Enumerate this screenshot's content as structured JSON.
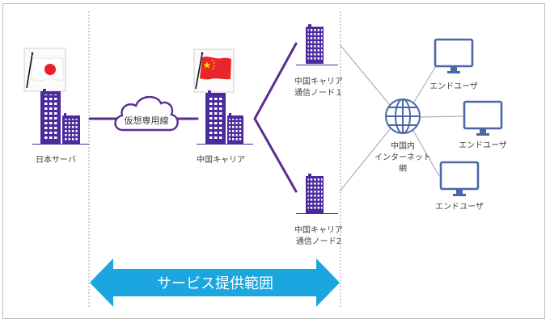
{
  "diagram": {
    "title": "",
    "nodes": {
      "japan_server": {
        "label": "日本サーバ",
        "flag": "japan-flag"
      },
      "virtual_line": {
        "label": "仮想専用線"
      },
      "china_carrier": {
        "label": "中国キャリア",
        "flag": "china-flag"
      },
      "node1": {
        "line1": "中国キャリア",
        "line2": "通信ノード１"
      },
      "node2": {
        "line1": "中国キャリア",
        "line2": "通信ノード2"
      },
      "internet": {
        "line1": "中国内",
        "line2": "インターネット",
        "line3": "網"
      },
      "end_users": [
        {
          "label": "エンドユーザ"
        },
        {
          "label": "エンドユーザ"
        },
        {
          "label": "エンドユーザ"
        }
      ]
    },
    "service_range": {
      "label": "サービス提供範囲"
    },
    "colors": {
      "building": "#4b2a9e",
      "link": "#5a2d91",
      "gray_link": "#a9b0bc",
      "device": "#4a67a8",
      "arrow": "#1ba6e0",
      "japan_red": "#e8202a",
      "china_red": "#e8262b",
      "china_star": "#ffde00",
      "dotted": "#9aa3ad"
    }
  }
}
